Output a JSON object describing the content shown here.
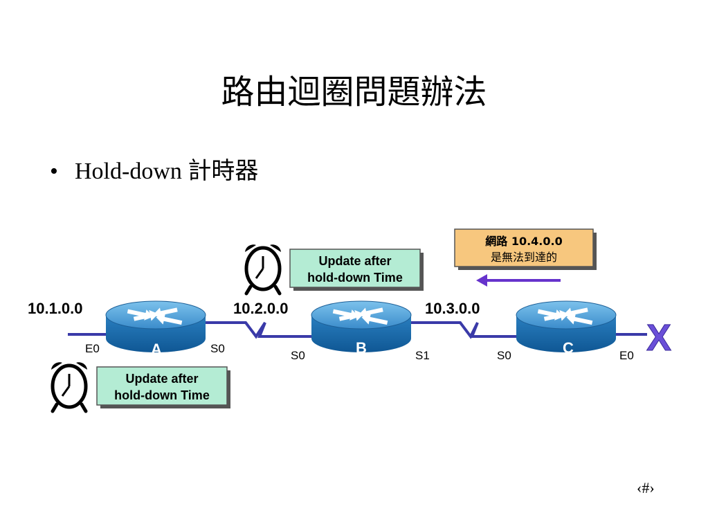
{
  "slide": {
    "title": "路由迴圈問題辦法",
    "bullet": "Hold-down 計時器",
    "slide_number": "‹#›"
  },
  "diagram": {
    "networks": [
      "10.1.0.0",
      "10.2.0.0",
      "10.3.0.0"
    ],
    "routers": [
      {
        "label": "A",
        "left_iface": "E0",
        "right_iface": "S0"
      },
      {
        "label": "B",
        "left_iface": "S0",
        "right_iface": "S1"
      },
      {
        "label": "C",
        "left_iface": "S0",
        "right_iface": "E0"
      }
    ],
    "callout_unreachable": {
      "line1": "網路 10.4.0.0",
      "line2": "是無法到達的"
    },
    "hold_box_b": {
      "line1": "Update after",
      "line2": "hold-down Time"
    },
    "hold_box_a": {
      "line1": "Update after",
      "line2": "hold-down Time"
    },
    "failure_mark": "X",
    "colors": {
      "link": "#3a3aa8",
      "router_top": "#5aa7dc",
      "router_side": "#1a6fb0",
      "hold_box_fill": "#b4ecd4",
      "callout_fill": "#f7c77e",
      "arrow": "#6633cc",
      "failure_mark": "#6a4fd8"
    },
    "icons": [
      "alarm-clock-icon",
      "alarm-clock-icon",
      "router-icon",
      "router-icon",
      "router-icon",
      "left-arrow-icon"
    ]
  }
}
